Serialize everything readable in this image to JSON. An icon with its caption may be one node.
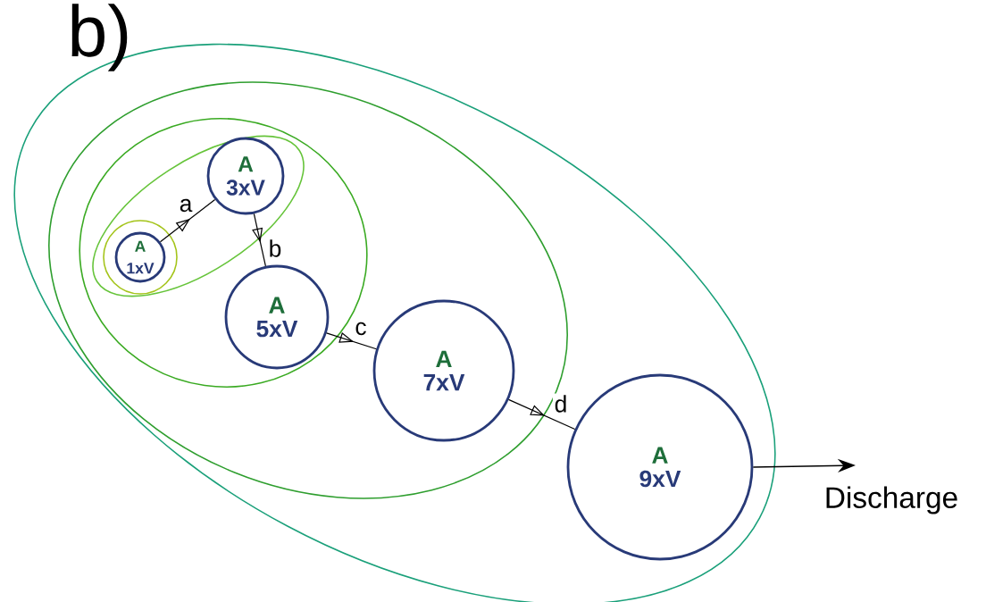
{
  "diagram": {
    "nodes": [
      {
        "text": [],
        "shape": "ellipse"
      },
      {
        "text": [],
        "shape": "ellipse",
        "in": 0
      },
      {
        "text": [],
        "shape": "ellipse",
        "in": 1
      },
      {
        "text": [],
        "shape": "ellipse",
        "in": 2
      },
      {
        "text": [],
        "shape": "circle",
        "in": 3
      },
      {
        "text": [
          "A",
          "1xV"
        ],
        "in": 4
      },
      {
        "text": [
          "A",
          "3xV"
        ],
        "in": 3
      },
      {
        "text": [
          "A",
          "5xV"
        ],
        "in": 2
      },
      {
        "text": [
          "A",
          "7xV"
        ],
        "in": 1
      },
      {
        "text": [
          "A",
          "9xV"
        ],
        "in": 0
      }
    ],
    "edges": [
      {
        "from": 5,
        "to": 6,
        "arrow": "to",
        "label": "a"
      },
      {
        "from": 6,
        "to": 7,
        "arrow": "to",
        "label": "b"
      },
      {
        "from": 7,
        "to": 8,
        "arrow": "to",
        "label": "c"
      },
      {
        "from": 8,
        "to": 9,
        "arrow": "to",
        "label": "d"
      },
      {
        "from": 9,
        "to": null,
        "arrow": "to"
      }
    ],
    "labels": [
      "b)",
      "Discharge"
    ]
  }
}
